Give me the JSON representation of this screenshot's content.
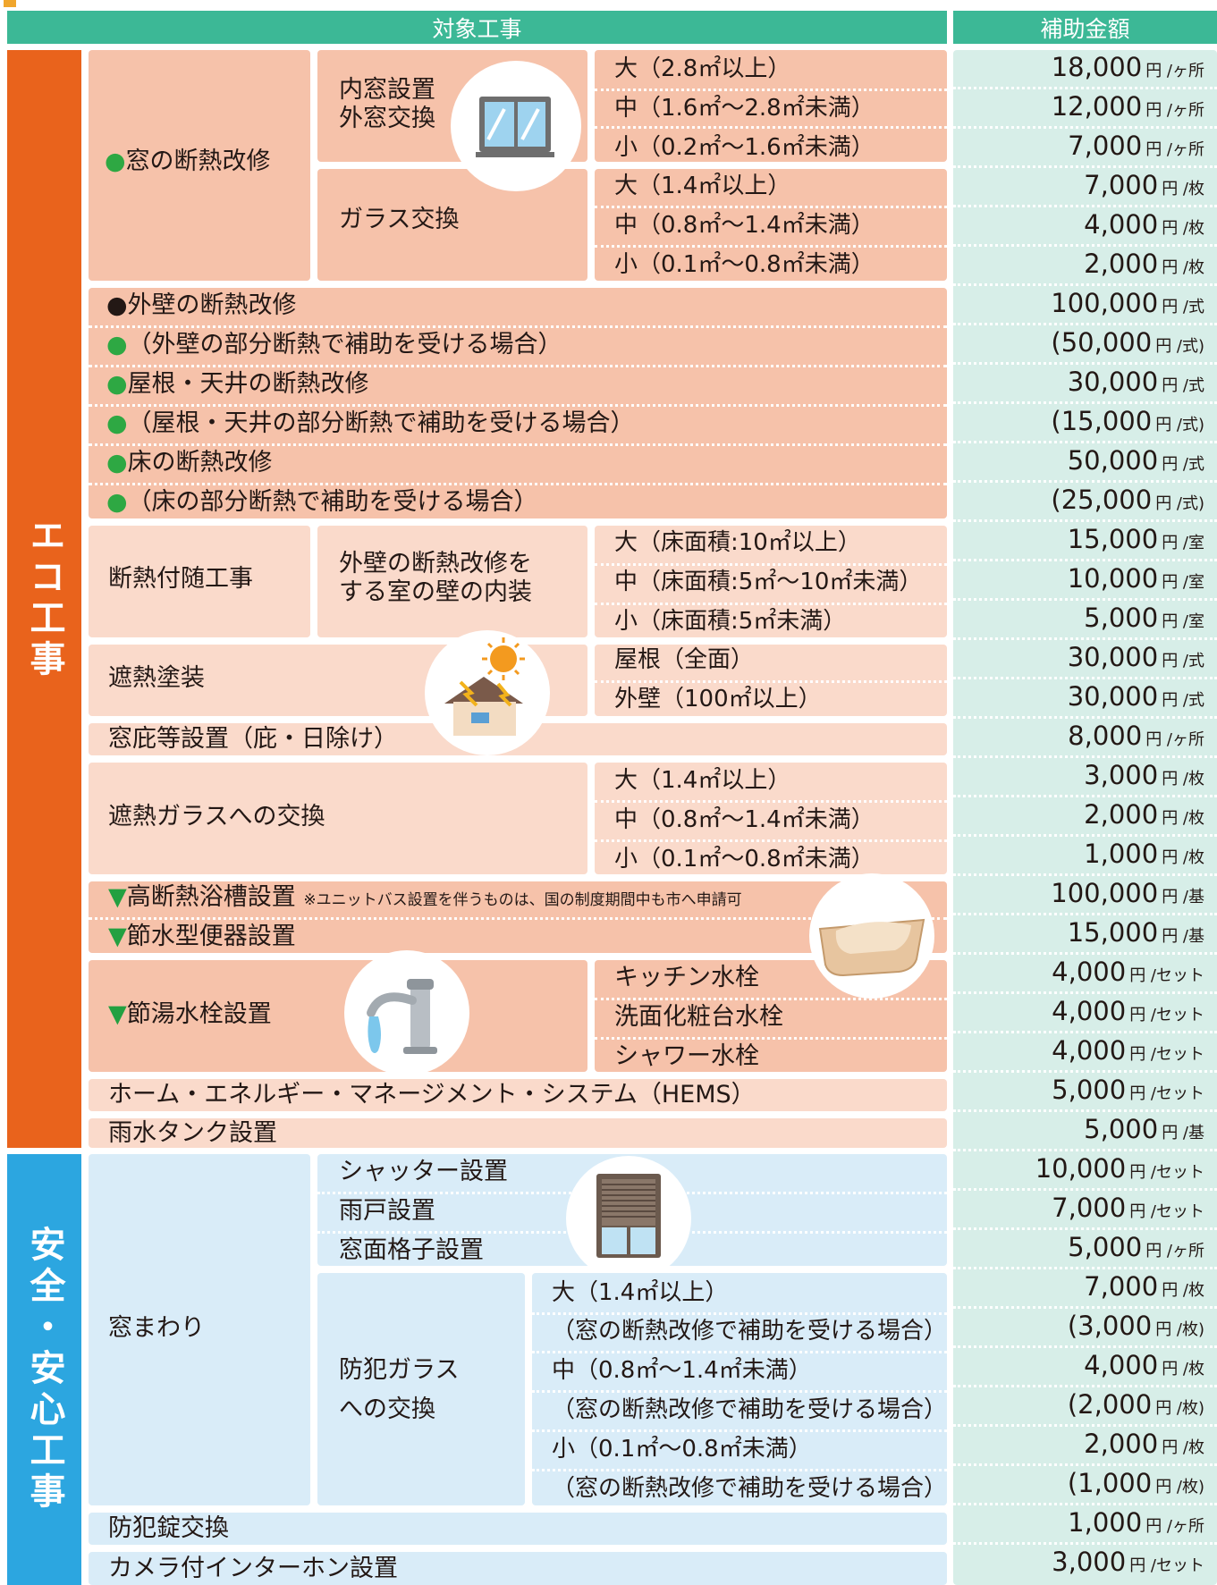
{
  "header": {
    "left": "対象工事",
    "right": "補助金額"
  },
  "side": {
    "eco": "エコ工事",
    "safe": "安全・安心工事"
  },
  "labels": {
    "window_insulation": "●窓の断熱改修",
    "inner_window": "内窓設置",
    "outer_window": "外窓交換",
    "glass_exchange": "ガラス交換",
    "accompanying": "断熱付随工事",
    "wall_interior_1": "外壁の断熱改修を",
    "wall_interior_2": "する室の壁の内装",
    "heat_paint": "遮熱塗装",
    "eaves": "窓庇等設置（庇・日除け）",
    "heat_glass": "遮熱ガラスへの交換",
    "bath": "▼高断熱浴槽設置",
    "bath_note": "※ユニットバス設置を伴うものは、国の制度期間中も市へ申請可",
    "toilet": "▼節水型便器設置",
    "faucet": "▼節湯水栓設置",
    "hems": "ホーム・エネルギー・マネージメント・システム（HEMS）",
    "rain_tank": "雨水タンク設置",
    "window_area": "窓まわり",
    "shutter": "シャッター設置",
    "amado": "雨戸設置",
    "lattice": "窓面格子設置",
    "crime_glass_1": "防犯ガラス",
    "crime_glass_2": "への交換",
    "lock": "防犯錠交換",
    "intercom": "カメラ付インターホン設置"
  },
  "rows": [
    {
      "label": "大（2.8㎡以上）",
      "amount": "18,000",
      "unit": "円 /ヶ所"
    },
    {
      "label": "中（1.6㎡〜2.8㎡未満）",
      "amount": "12,000",
      "unit": "円 /ヶ所"
    },
    {
      "label": "小（0.2㎡〜1.6㎡未満）",
      "amount": "7,000",
      "unit": "円 /ヶ所"
    },
    {
      "label": "大（1.4㎡以上）",
      "amount": "7,000",
      "unit": "円 /枚"
    },
    {
      "label": "中（0.8㎡〜1.4㎡未満）",
      "amount": "4,000",
      "unit": "円 /枚"
    },
    {
      "label": "小（0.1㎡〜0.8㎡未満）",
      "amount": "2,000",
      "unit": "円 /枚"
    },
    {
      "label": "●外壁の断熱改修",
      "amount": "100,000",
      "unit": "円 /式"
    },
    {
      "label": "●（外壁の部分断熱で補助を受ける場合）",
      "amount": "(50,000",
      "unit": "円 /式)"
    },
    {
      "label": "●屋根・天井の断熱改修",
      "amount": "30,000",
      "unit": "円 /式"
    },
    {
      "label": "●（屋根・天井の部分断熱で補助を受ける場合）",
      "amount": "(15,000",
      "unit": "円 /式)"
    },
    {
      "label": "●床の断熱改修",
      "amount": "50,000",
      "unit": "円 /式"
    },
    {
      "label": "●（床の部分断熱で補助を受ける場合）",
      "amount": "(25,000",
      "unit": "円 /式)"
    },
    {
      "label": "大（床面積:10㎡以上）",
      "amount": "15,000",
      "unit": "円 /室"
    },
    {
      "label": "中（床面積:5㎡〜10㎡未満）",
      "amount": "10,000",
      "unit": "円 /室"
    },
    {
      "label": "小（床面積:5㎡未満）",
      "amount": "5,000",
      "unit": "円 /室"
    },
    {
      "label": "屋根（全面）",
      "amount": "30,000",
      "unit": "円 /式"
    },
    {
      "label": "外壁（100㎡以上）",
      "amount": "30,000",
      "unit": "円 /式"
    },
    {
      "label": "",
      "amount": "8,000",
      "unit": "円 /ヶ所"
    },
    {
      "label": "大（1.4㎡以上）",
      "amount": "3,000",
      "unit": "円 /枚"
    },
    {
      "label": "中（0.8㎡〜1.4㎡未満）",
      "amount": "2,000",
      "unit": "円 /枚"
    },
    {
      "label": "小（0.1㎡〜0.8㎡未満）",
      "amount": "1,000",
      "unit": "円 /枚"
    },
    {
      "label": "",
      "amount": "100,000",
      "unit": "円 /基"
    },
    {
      "label": "",
      "amount": "15,000",
      "unit": "円 /基"
    },
    {
      "label": "キッチン水栓",
      "amount": "4,000",
      "unit": "円 /セット"
    },
    {
      "label": "洗面化粧台水栓",
      "amount": "4,000",
      "unit": "円 /セット"
    },
    {
      "label": "シャワー水栓",
      "amount": "4,000",
      "unit": "円 /セット"
    },
    {
      "label": "",
      "amount": "5,000",
      "unit": "円 /セット"
    },
    {
      "label": "",
      "amount": "5,000",
      "unit": "円 /基"
    },
    {
      "label": "",
      "amount": "10,000",
      "unit": "円 /セット"
    },
    {
      "label": "",
      "amount": "7,000",
      "unit": "円 /セット"
    },
    {
      "label": "",
      "amount": "5,000",
      "unit": "円 /ヶ所"
    },
    {
      "label": "大（1.4㎡以上）",
      "amount": "7,000",
      "unit": "円 /枚"
    },
    {
      "label": "（窓の断熱改修で補助を受ける場合）",
      "amount": "(3,000",
      "unit": "円 /枚)"
    },
    {
      "label": "中（0.8㎡〜1.4㎡未満）",
      "amount": "4,000",
      "unit": "円 /枚"
    },
    {
      "label": "（窓の断熱改修で補助を受ける場合）",
      "amount": "(2,000",
      "unit": "円 /枚)"
    },
    {
      "label": "小（0.1㎡〜0.8㎡未満）",
      "amount": "2,000",
      "unit": "円 /枚"
    },
    {
      "label": "（窓の断熱改修で補助を受ける場合）",
      "amount": "(1,000",
      "unit": "円 /枚)"
    },
    {
      "label": "",
      "amount": "1,000",
      "unit": "円 /ヶ所"
    },
    {
      "label": "",
      "amount": "3,000",
      "unit": "円 /セット"
    }
  ]
}
